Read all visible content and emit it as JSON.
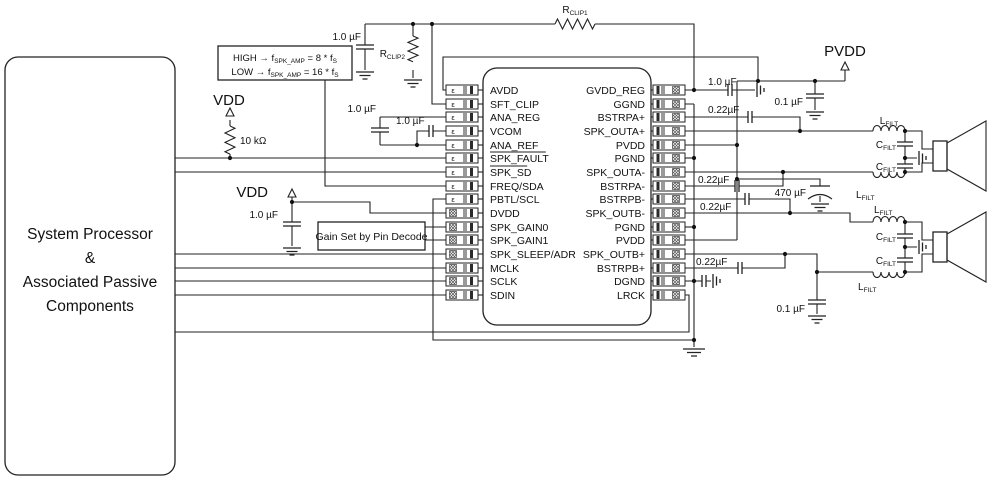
{
  "processor": {
    "lines": [
      "System Processor",
      "&",
      "Associated Passive",
      "Components"
    ]
  },
  "ic": {
    "pin_glyphs": {
      "analog": "ε"
    },
    "left_pins": [
      {
        "name": "AVDD",
        "type": "analog"
      },
      {
        "name": "SFT_CLIP",
        "type": "analog"
      },
      {
        "name": "ANA_REG",
        "type": "analog"
      },
      {
        "name": "VCOM",
        "type": "analog"
      },
      {
        "name": "ANA_REF",
        "type": "analog"
      },
      {
        "name": "SPK_FAULT",
        "type": "analog",
        "overline": true
      },
      {
        "name": "SPK_SD",
        "type": "analog",
        "overline": true
      },
      {
        "name": "FREQ/SDA",
        "type": "analog"
      },
      {
        "name": "PBTL/SCL",
        "type": "analog"
      },
      {
        "name": "DVDD",
        "type": "digital"
      },
      {
        "name": "SPK_GAIN0",
        "type": "digital"
      },
      {
        "name": "SPK_GAIN1",
        "type": "digital"
      },
      {
        "name": "SPK_SLEEP/ADR",
        "type": "digital"
      },
      {
        "name": "MCLK",
        "type": "digital"
      },
      {
        "name": "SCLK",
        "type": "digital"
      },
      {
        "name": "SDIN",
        "type": "digital"
      }
    ],
    "right_pins": [
      {
        "name": "GVDD_REG",
        "type": "digital"
      },
      {
        "name": "GGND",
        "type": "digital"
      },
      {
        "name": "BSTRPA+",
        "type": "digital"
      },
      {
        "name": "SPK_OUTA+",
        "type": "digital"
      },
      {
        "name": "PVDD",
        "type": "digital"
      },
      {
        "name": "PGND",
        "type": "digital"
      },
      {
        "name": "SPK_OUTA-",
        "type": "digital"
      },
      {
        "name": "BSTRPA-",
        "type": "digital"
      },
      {
        "name": "BSTRPB-",
        "type": "digital"
      },
      {
        "name": "SPK_OUTB-",
        "type": "digital"
      },
      {
        "name": "PGND",
        "type": "digital"
      },
      {
        "name": "PVDD",
        "type": "digital"
      },
      {
        "name": "SPK_OUTB+",
        "type": "digital"
      },
      {
        "name": "BSTRPB+",
        "type": "digital"
      },
      {
        "name": "DGND",
        "type": "digital"
      },
      {
        "name": "LRCK",
        "type": "digital"
      }
    ]
  },
  "note_box": {
    "line1": [
      "HIGH → f",
      "SPK_AMP",
      " = 8 * f",
      "S"
    ],
    "line2": [
      "LOW → f",
      "SPK_AMP",
      " = 16 * f",
      "S"
    ]
  },
  "gain_box": {
    "label": "Gain Set by Pin Decode"
  },
  "labels": {
    "vdd": "VDD",
    "pvdd": "PVDD",
    "r_pullup": "10 kΩ",
    "rclip1": [
      "R",
      "CLIP1"
    ],
    "rclip2": [
      "R",
      "CLIP2"
    ],
    "lfilt": [
      "L",
      "FILT"
    ],
    "cfilt": [
      "C",
      "FILT"
    ],
    "cap_1u": "1.0 µF",
    "cap_0u1": "0.1 µF",
    "cap_0u22": "0.22µF",
    "cap_470": "470 µF"
  },
  "colors": {
    "wire": "#222222",
    "background": "#ffffff"
  }
}
